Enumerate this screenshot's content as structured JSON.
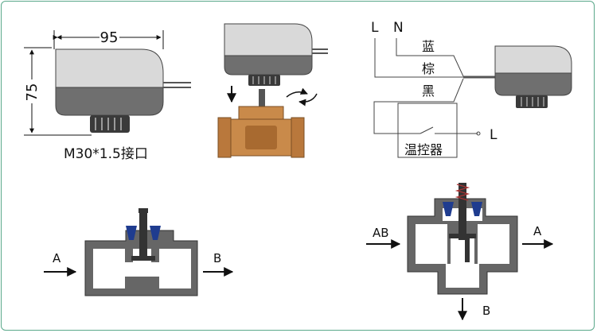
{
  "actuator_dims": {
    "width_label": "95",
    "height_label": "75",
    "thread_label": "M30*1.5接口"
  },
  "wiring": {
    "terminal_l": "L",
    "terminal_n": "N",
    "wire_blue": "蓝",
    "wire_brown": "棕",
    "wire_black": "黑",
    "thermostat": "温控器",
    "output_l": "L"
  },
  "two_way_valve": {
    "inlet": "A",
    "outlet": "B"
  },
  "three_way_valve": {
    "inlet": "AB",
    "outlet_a": "A",
    "outlet_b": "B"
  },
  "colors": {
    "frame": "#5aa88a",
    "actuator_light": "#d9d9d9",
    "actuator_dark": "#6f6f6f",
    "brass": "#c98a4a",
    "valve_body": "#666666",
    "seal_blue": "#1f3c8f",
    "knob": "#3a3a3a"
  }
}
